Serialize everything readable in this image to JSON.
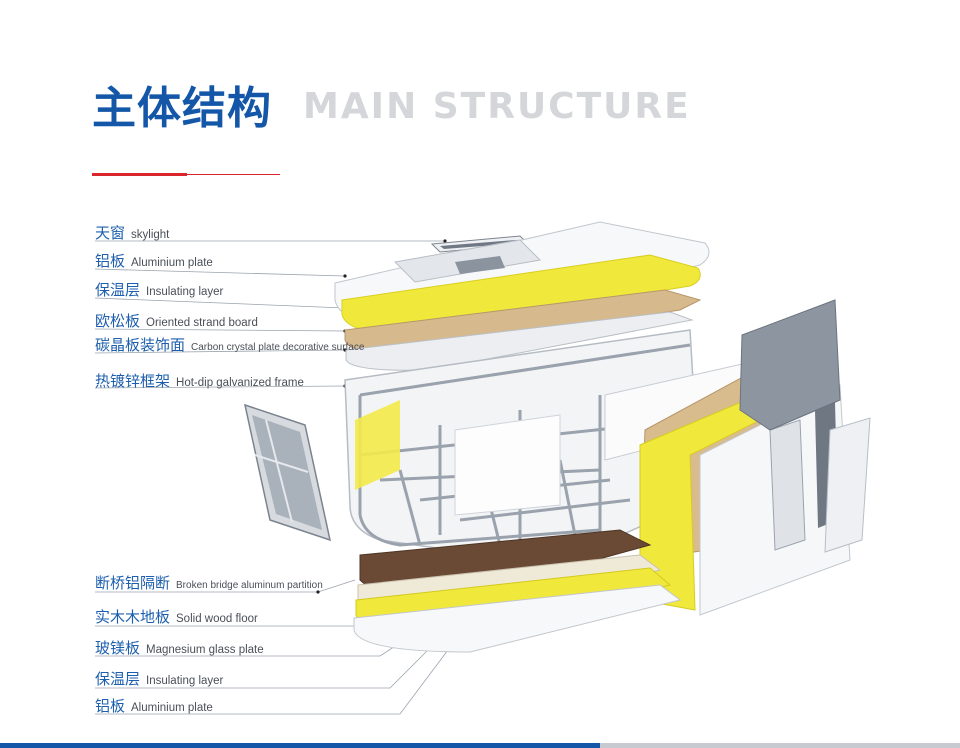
{
  "title": {
    "cn": "主体结构",
    "en": "MAIN STRUCTURE"
  },
  "top_labels": [
    {
      "cn": "天窗",
      "en": "skylight"
    },
    {
      "cn": "铝板",
      "en": "Aluminium plate"
    },
    {
      "cn": "保温层",
      "en": "Insulating layer"
    },
    {
      "cn": "欧松板",
      "en": "Oriented strand board"
    },
    {
      "cn": "碳晶板装饰面",
      "en": "Carbon crystal plate decorative surface"
    },
    {
      "cn": "热镀锌框架",
      "en": "Hot-dip galvanized frame"
    }
  ],
  "bottom_labels": [
    {
      "cn": "断桥铝隔断",
      "en": "Broken bridge aluminum partition"
    },
    {
      "cn": "实木木地板",
      "en": "Solid wood floor"
    },
    {
      "cn": "玻镁板",
      "en": "Magnesium glass plate"
    },
    {
      "cn": "保温层",
      "en": "Insulating layer"
    },
    {
      "cn": "铝板",
      "en": "Aluminium plate"
    }
  ],
  "colors": {
    "brand_blue": "#1457a8",
    "accent_red": "#d9252b",
    "insulation_yellow": "#f2e93a",
    "osb": "#d8b98a",
    "wood_floor": "#6b4a34",
    "frame_steel": "#c9ced6"
  }
}
